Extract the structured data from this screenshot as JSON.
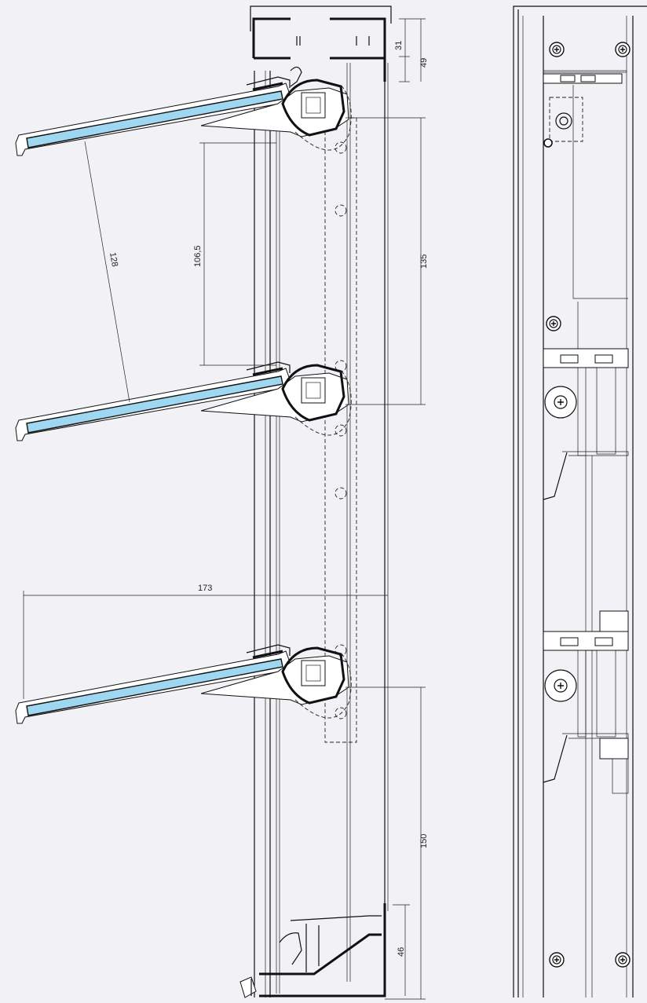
{
  "dimensions": {
    "top_31": "31",
    "top_49": "49",
    "pitch_135": "135",
    "opening_106_5": "106,5",
    "diagonal_128": "128",
    "depth_173": "173",
    "bottom_150": "150",
    "bottom_46": "46"
  },
  "colors": {
    "background": "#f2f2f6",
    "glass": "#9fd6f0",
    "line": "#111111"
  },
  "icons": {
    "screw": "screw-head-icon",
    "pivot": "pivot-disc-icon"
  }
}
